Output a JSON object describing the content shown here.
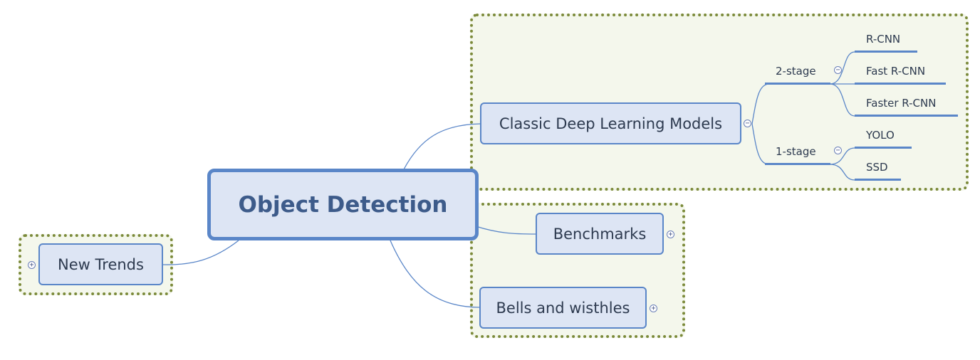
{
  "mindmap": {
    "central": {
      "label": "Object Detection"
    },
    "branches": {
      "classic": {
        "label": "Classic Deep Learning Models",
        "toggle": "−"
      },
      "benchmarks": {
        "label": "Benchmarks",
        "toggle": "+"
      },
      "bells": {
        "label": "Bells and wisthles",
        "toggle": "+"
      },
      "trends": {
        "label": "New Trends",
        "toggle": "+"
      }
    },
    "subbranches": {
      "two_stage": {
        "label": "2-stage",
        "toggle": "−",
        "children": [
          "R-CNN",
          "Fast R-CNN",
          "Faster R-CNN"
        ]
      },
      "one_stage": {
        "label": "1-stage",
        "toggle": "−",
        "children": [
          "YOLO",
          "SSD"
        ]
      }
    }
  },
  "colors": {
    "node_border": "#5a86c8",
    "node_fill": "#dde5f4",
    "boundary": "#7b8a3a",
    "boundary_fill": "#f4f7ec"
  }
}
